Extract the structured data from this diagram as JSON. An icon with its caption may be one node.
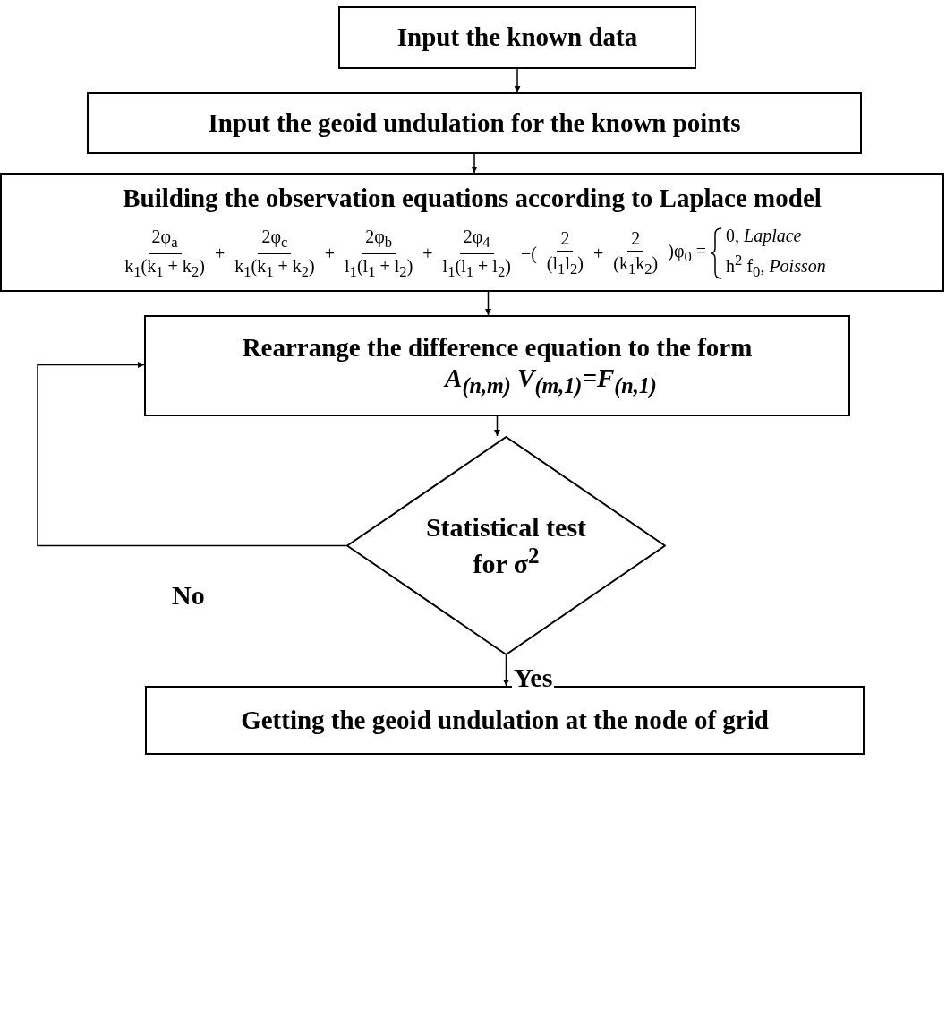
{
  "diagram": {
    "nodes": [
      {
        "text": [
          "Input the known data"
        ]
      },
      {
        "text": [
          "Input the geoid undulation for the known points"
        ]
      },
      {
        "text": [
          "Building the observation equations according to Laplace model",
          "2φ$_{a}$",
          "k$_{1}$(k$_{1}$ + k$_{2}$)",
          "+",
          "2φ$_{c}$",
          "k$_{1}$(k$_{1}$ + k$_{2}$)",
          "+",
          "2φ$_{b}$",
          "l$_{1}$(l$_{1}$ + l$_{2}$)",
          "+",
          "2φ$_{4}$",
          "l$_{1}$(l$_{1}$ + l$_{2}$)",
          "−(",
          "2",
          "(l$_{1}$l$_{2}$)",
          "+",
          "2",
          "(k$_{1}$k$_{2}$)",
          ")φ$_{0}$ =",
          "0, *Laplace*",
          "h$^{2}$ f$_{0}$, *Poisson*"
        ]
      },
      {
        "text": [
          "Rearrange the difference equation to the form",
          "A$_{(n,m)}$ V$_{(m,1)}$=F$_{(n,1)}$"
        ]
      },
      {
        "text": [
          "Statistical test for σ$^{2}$"
        ]
      },
      {
        "text": [
          "Getting the geoid undulation at the node of grid"
        ]
      }
    ],
    "edges": [
      {
        "from": 0,
        "to": 1,
        "arrow": "to"
      },
      {
        "from": 1,
        "to": 2,
        "arrow": "to"
      },
      {
        "from": 2,
        "to": 3,
        "arrow": "to"
      },
      {
        "from": 3,
        "to": 4,
        "arrow": "to"
      },
      {
        "from": 4,
        "to": 3,
        "arrow": "to",
        "label": "No"
      },
      {
        "from": 4,
        "to": 5,
        "arrow": "to",
        "label": "Yes"
      }
    ]
  }
}
